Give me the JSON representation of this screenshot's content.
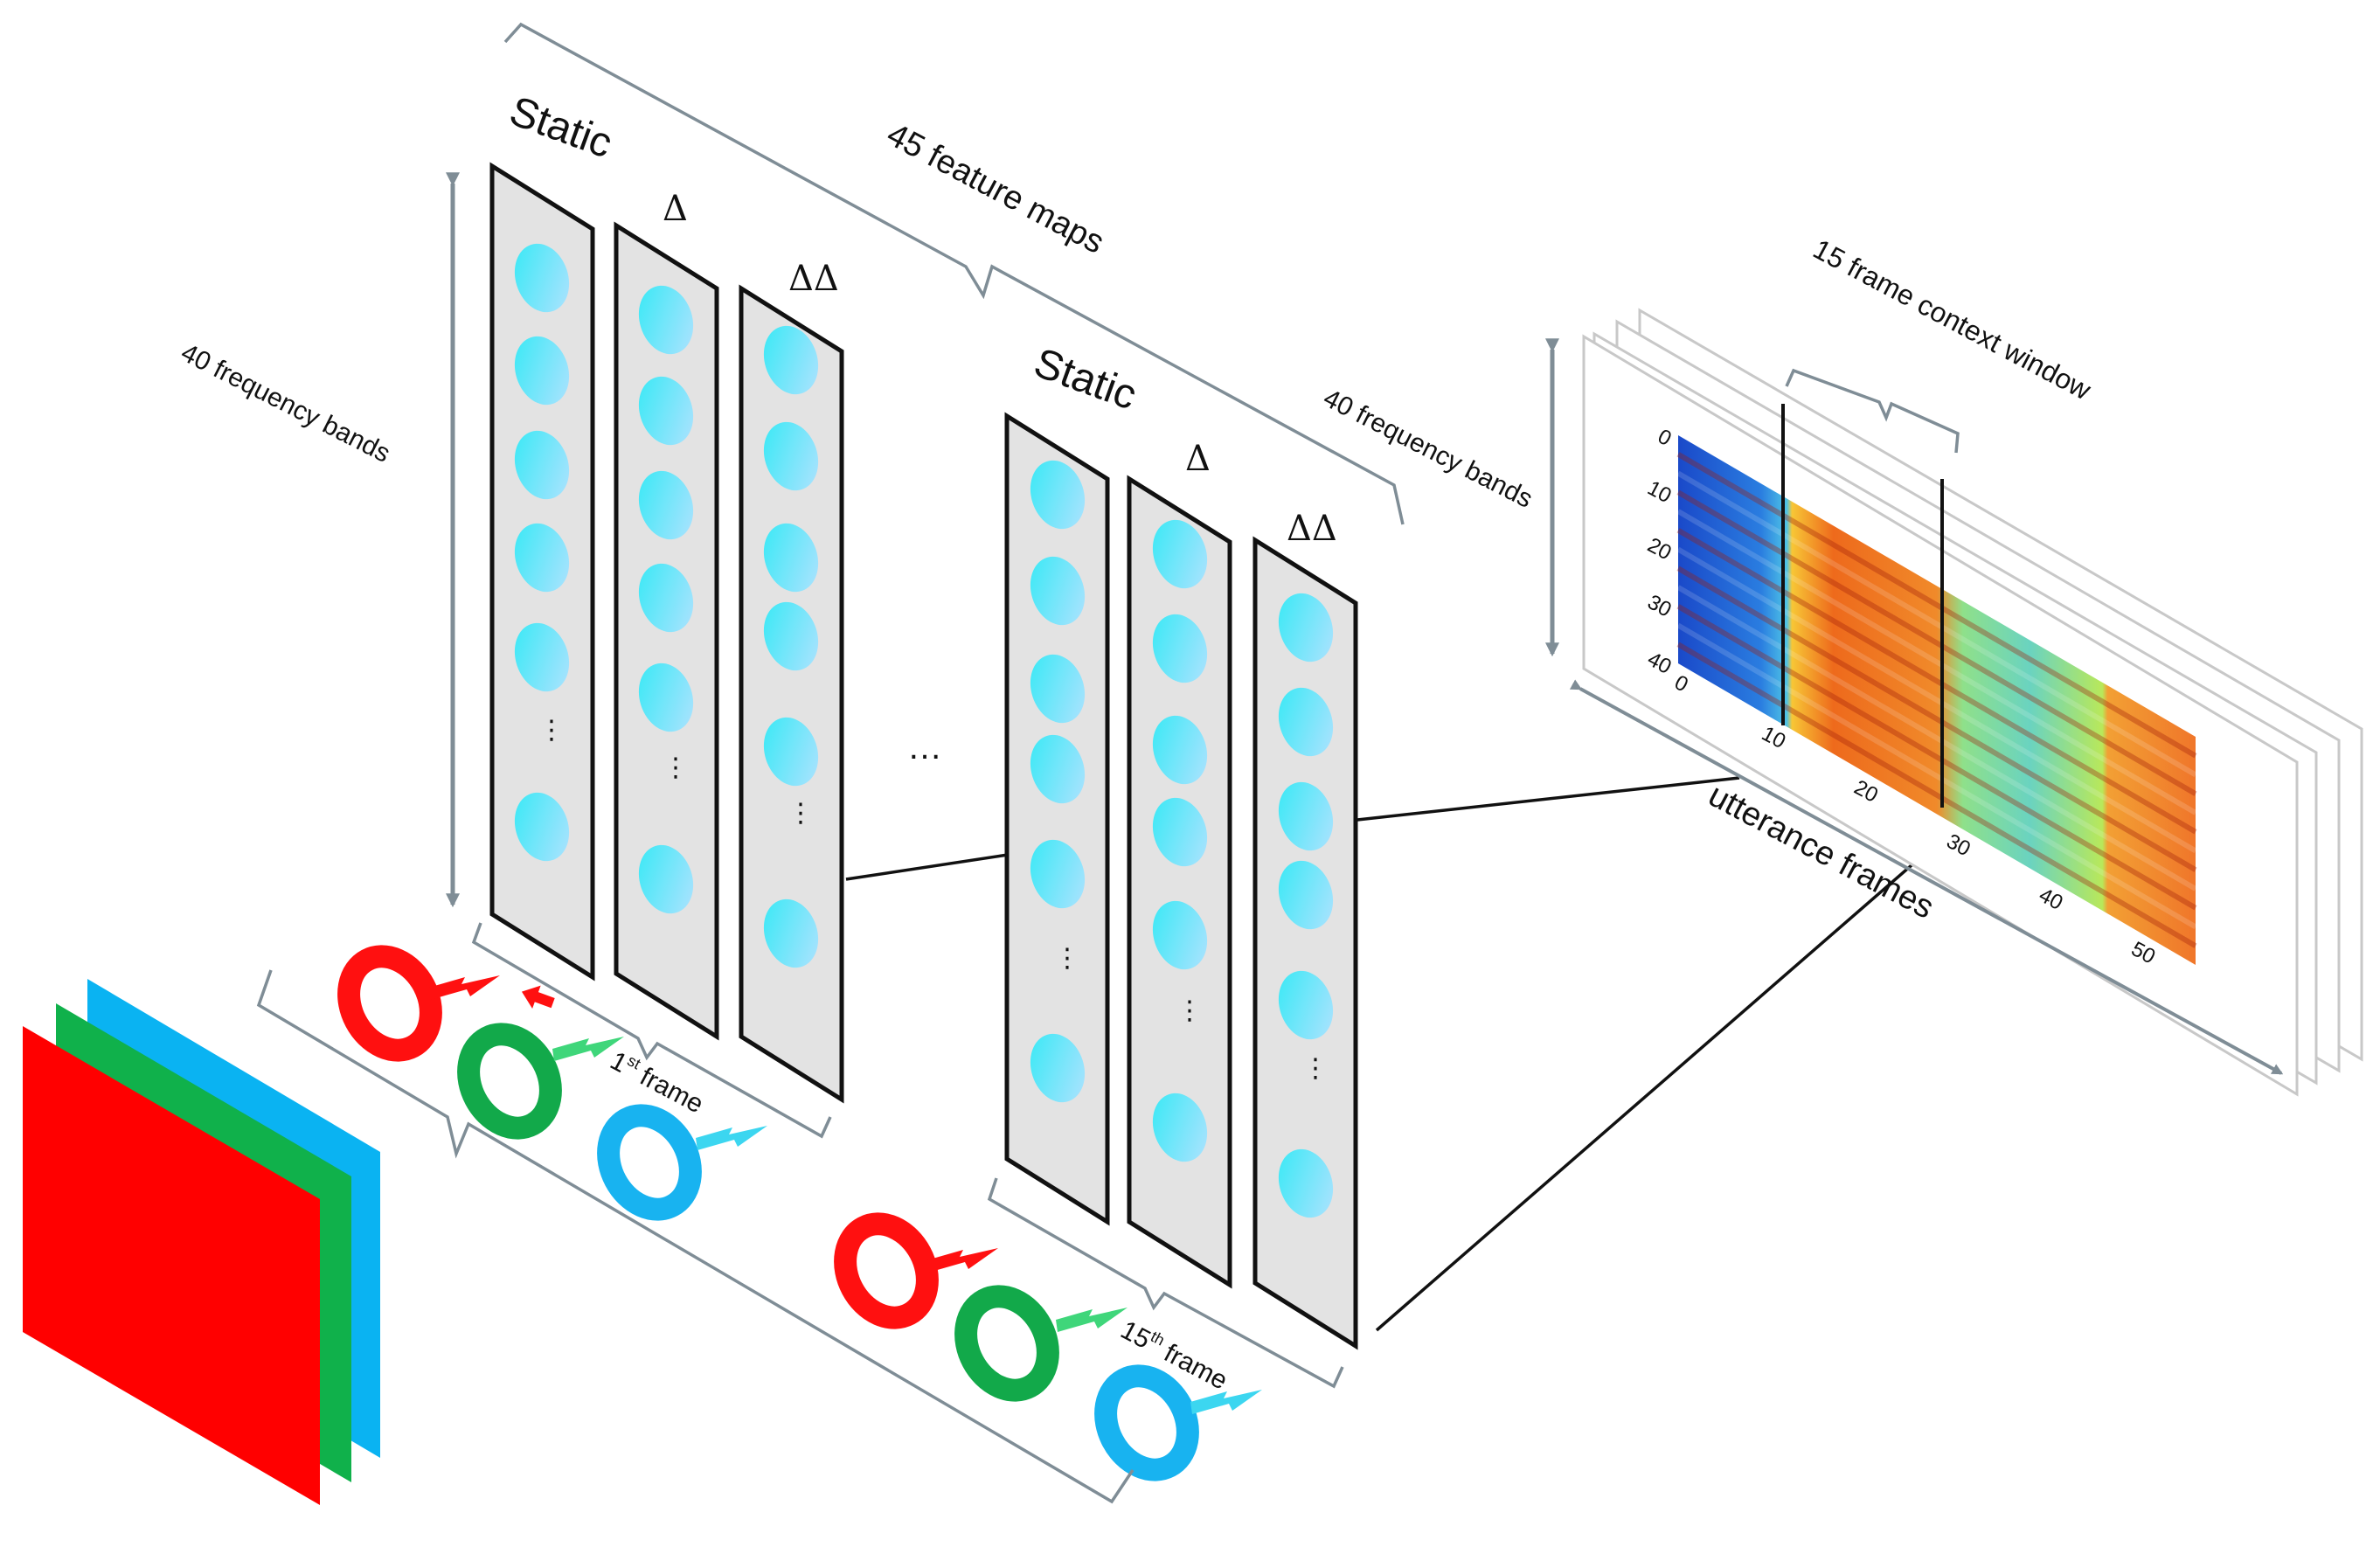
{
  "labels": {
    "freq_bands_left": "40 frequency bands",
    "feature_maps": "45 feature maps",
    "static_1": "Static",
    "delta_1": "Δ",
    "delta2_1": "ΔΔ",
    "static_2": "Static",
    "delta_2": "Δ",
    "delta2_2": "ΔΔ",
    "ellipsis_columns": "…",
    "col_dots": "⋮",
    "first_frame_num": "1",
    "first_frame_sup": "st",
    "first_frame_word": "frame",
    "fifteenth_frame_num": "15",
    "fifteenth_frame_sup": "th",
    "fifteenth_frame_word": "frame",
    "context_window": "15 frame context window",
    "freq_bands_right": "40 frequency bands",
    "utterance_frames": "utterance frames"
  },
  "spectrogram": {
    "y_ticks": [
      "0",
      "10",
      "20",
      "30",
      "40"
    ],
    "x_ticks": [
      "0",
      "10",
      "20",
      "30",
      "40",
      "50"
    ]
  },
  "colors": {
    "panel_fill": "#e3e3e3",
    "bracket": "#7f8d96",
    "ring_red": "#ff1010",
    "ring_green": "#12a94a",
    "ring_blue": "#18b3f0",
    "node_light": "#38e8f6",
    "node_dark": "#aee4ff",
    "rgb_red": "#ff0000",
    "rgb_green": "#10b14b",
    "rgb_blue": "#0ab3f2"
  }
}
